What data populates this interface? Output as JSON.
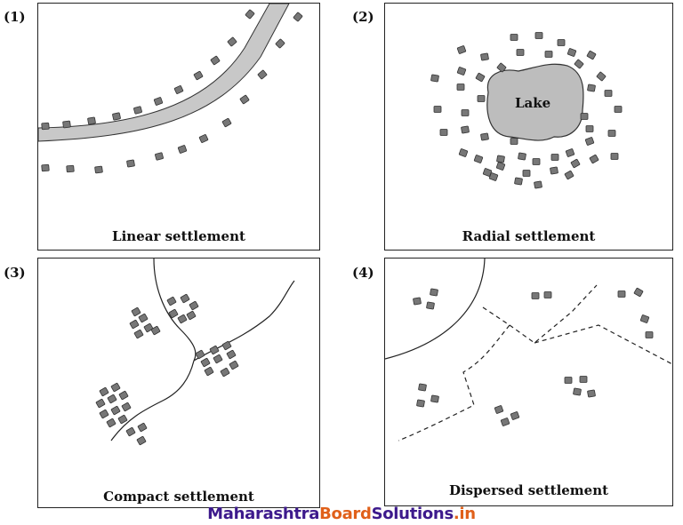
{
  "panels": [
    {
      "number": "(1)",
      "caption": "Linear settlement"
    },
    {
      "number": "(2)",
      "caption": "Radial settlement",
      "lake_label": "Lake"
    },
    {
      "number": "(3)",
      "caption": "Compact settlement"
    },
    {
      "number": "(4)",
      "caption": "Dispersed settlement"
    }
  ],
  "watermark": {
    "part1": "Maharashtra",
    "part2": "Board",
    "part3": "Solutions",
    "part4": ".in"
  },
  "colors": {
    "house": "#777777",
    "road": "#c8c8c8",
    "lake": "#bdbdbd",
    "brand_purple": "#3d1a8c",
    "brand_orange": "#e0601a"
  }
}
